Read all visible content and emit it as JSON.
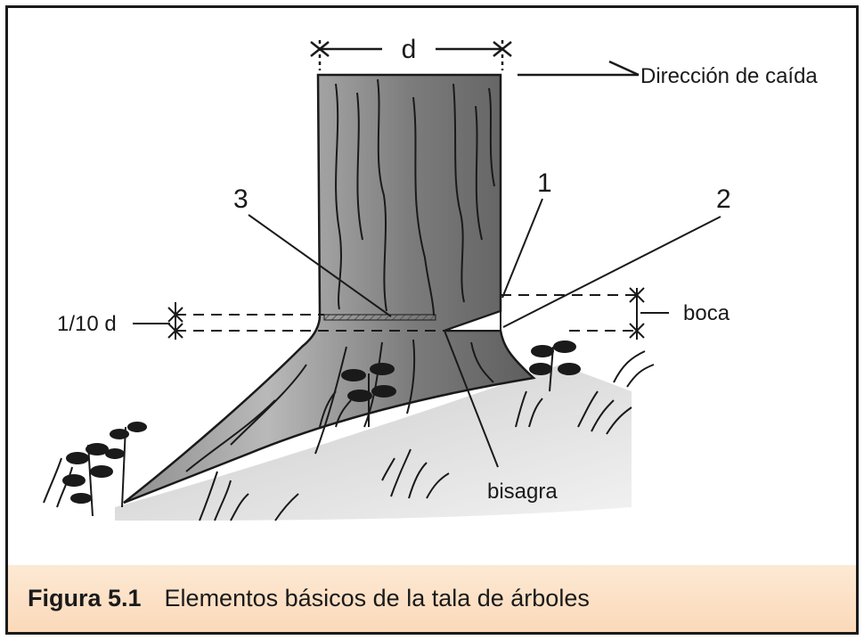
{
  "diagram": {
    "labels": {
      "diameter": "d",
      "fall_direction": "Dirección de caída",
      "marker_1": "1",
      "marker_2": "2",
      "marker_3": "3",
      "tenth_d": "1/10 d",
      "mouth": "boca",
      "hinge": "bisagra"
    }
  },
  "caption": {
    "number": "Figura 5.1",
    "text": "Elementos básicos de la tala de árboles"
  }
}
